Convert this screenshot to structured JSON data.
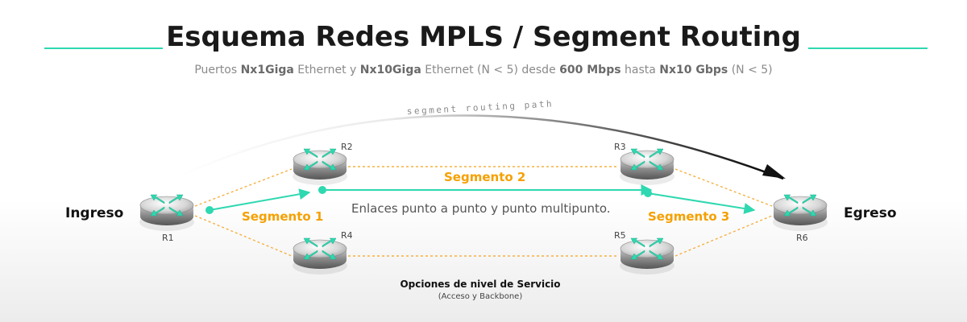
{
  "header": {
    "title": "Esquema Redes MPLS / Segment Routing",
    "subtitle": {
      "p1": "Puertos ",
      "b1": "Nx1Giga",
      "p2": " Ethernet y ",
      "b2": "Nx10Giga",
      "p3": " Ethernet (N < 5) desde ",
      "b3": "600 Mbps",
      "p4": "  hasta ",
      "b4": "Nx10 Gbps",
      "p5": " (N < 5)"
    }
  },
  "colors": {
    "accent": "#2ed8b0",
    "segment": "#f5a000",
    "dotted_link": "#f5b041"
  },
  "diagram": {
    "path_label": "segment routing path",
    "ingress_label": "Ingreso",
    "egress_label": "Egreso",
    "links_label": "Enlaces punto a punto y punto multipunto.",
    "routers": [
      {
        "id": "r1",
        "label": "R1"
      },
      {
        "id": "r2",
        "label": "R2"
      },
      {
        "id": "r3",
        "label": "R3"
      },
      {
        "id": "r4",
        "label": "R4"
      },
      {
        "id": "r5",
        "label": "R5"
      },
      {
        "id": "r6",
        "label": "R6"
      }
    ],
    "segments": [
      {
        "label": "Segmento 1"
      },
      {
        "label": "Segmento 2"
      },
      {
        "label": "Segmento 3"
      }
    ],
    "service": {
      "title": "Opciones de nivel de Servicio",
      "subtitle": "(Acceso y Backbone)"
    }
  }
}
